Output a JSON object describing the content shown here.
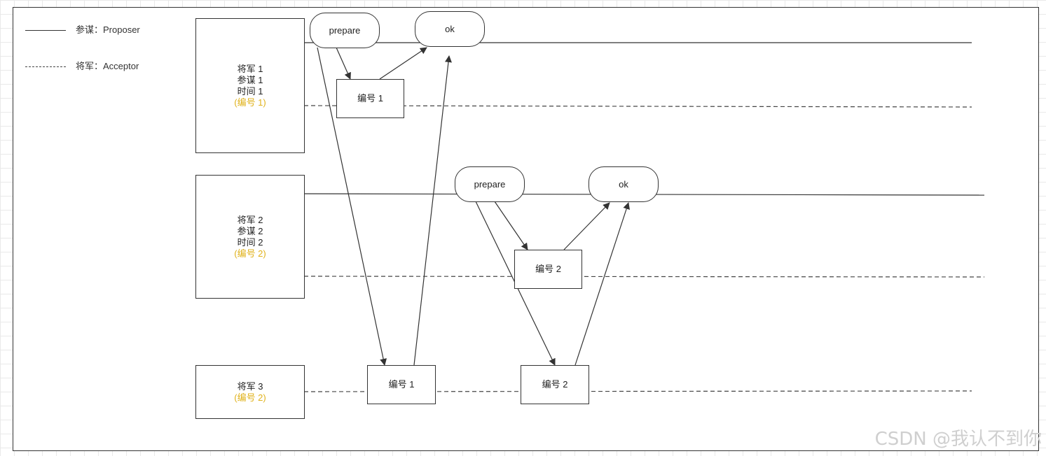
{
  "legend": {
    "proposer_label": "参谋：Proposer",
    "acceptor_label": "将军：Acceptor"
  },
  "nodes": {
    "general1": [
      "将军 1",
      "参谋 1",
      "时间 1"
    ],
    "general1_tag": "(编号 1)",
    "general2": [
      "将军 2",
      "参谋 2",
      "时间 2"
    ],
    "general2_tag": "(编号 2)",
    "general3": [
      "将军 3"
    ],
    "general3_tag": "(编号 2)"
  },
  "messages": {
    "prepare1": "prepare",
    "ok1": "ok",
    "num1_g1": "编号 1",
    "prepare2": "prepare",
    "ok2": "ok",
    "num2_g2": "编号 2",
    "num1_g3": "编号 1",
    "num2_g3": "编号 2"
  },
  "watermark": "CSDN @我认不到你",
  "colors": {
    "line": "#333333",
    "highlight": "#e0b21b",
    "grid": "#e9e9e9"
  }
}
